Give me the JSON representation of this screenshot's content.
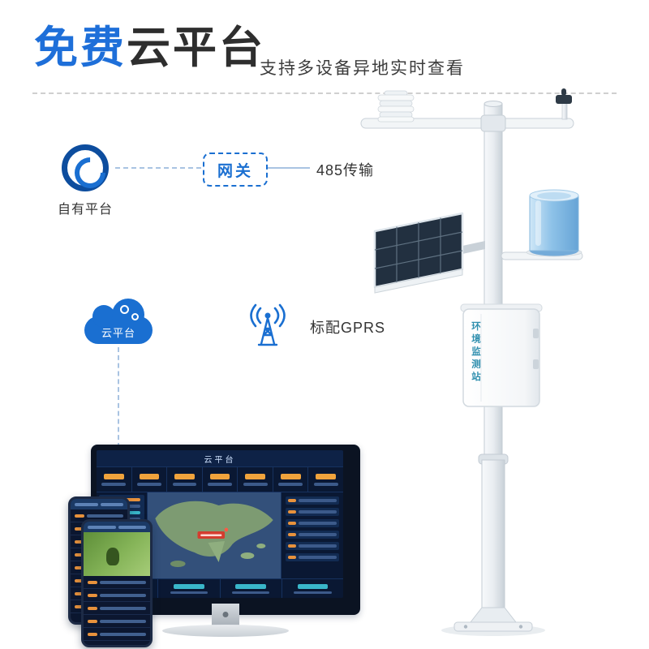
{
  "header": {
    "title_highlight": "免费",
    "title_rest": "云平台",
    "subtitle": "支持多设备异地实时查看"
  },
  "flow": {
    "own_platform": "自有平台",
    "gateway": "网关",
    "rs485": "485传输",
    "cloud": "云平台",
    "gprs": "标配GPRS"
  },
  "monitor": {
    "screen_title": "云平台"
  },
  "station": {
    "cabinet_label": "环境监测站"
  },
  "colors": {
    "accent": "#1a6fd1",
    "title_blue": "#1e6fd9",
    "dark_text": "#333333",
    "connector": "#a9c3e2",
    "gauge_blue": "#8ec2e8"
  }
}
